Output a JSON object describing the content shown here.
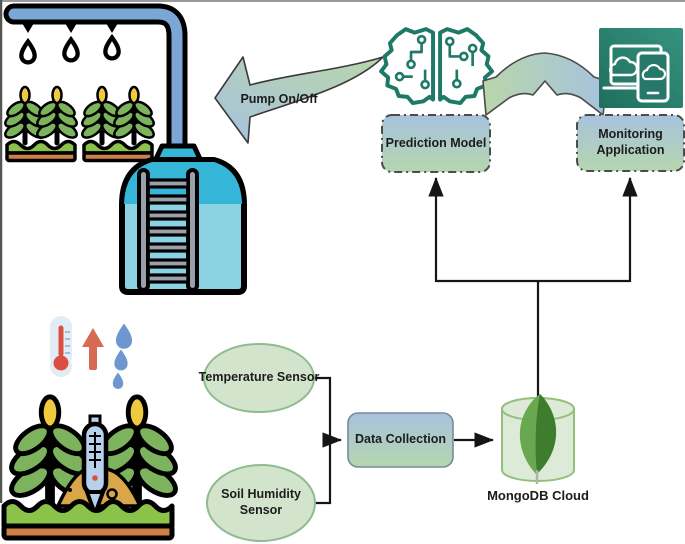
{
  "diagram_title": "Smart irrigation IoT architecture diagram",
  "labels": {
    "pump": "Pump On/Off",
    "prediction_model": "Prediction Model",
    "monitoring_application": "Monitoring Application",
    "temperature_sensor": "Temperature Sensor",
    "soil_humidity_sensor": "Soil Humidity Sensor",
    "data_collection": "Data Collection",
    "mongodb_cloud": "MongoDB Cloud"
  },
  "icons": {
    "sprinkler-pipe-icon": "irrigation pipe dripping water on crops",
    "water-tank-icon": "cyan water tank with ladder",
    "pump-arrow-icon": "curved swoosh arrow pointing left",
    "ai-brain-circuit-icon": "teal circuit-board brain outline",
    "sync-arrows-icon": "curved double-headed exchange arrow",
    "monitoring-devices-icon": "teal square with laptop, phone and clouds",
    "thermometer-icon": "thermometer with rising temperature arrow and drops",
    "soil-thermometer-plants-icon": "plants with soil thermometer probe",
    "mongodb-leaf-icon": "two-tone green leaf inside database cylinder"
  },
  "colors": {
    "node_gradient_top": "#a7c2dd",
    "node_gradient_bottom": "#b5d6af",
    "ellipse_fill": "#d3e4cd",
    "ellipse_stroke": "#8fbc8f",
    "arrow_gradient_green": "#b9d6ab",
    "arrow_gradient_blue": "#a6c2de",
    "teal_icon": "#1e7a66",
    "app_icon_bg": "#2a8172",
    "connector": "#151515",
    "pipe_blue": "#7ba7d7",
    "tank_dark_cyan": "#35b6d9",
    "tank_light_cyan": "#8bd3e3",
    "plant_green": "#7cb35c",
    "bed_green": "#8bc34a",
    "bed_soil_orange": "#cd7f48",
    "bud_yellow": "#efc93e",
    "mongo_fill": "#dcead7",
    "mongo_stroke": "#94c07e",
    "mongo_leaf_light": "#6aa84f",
    "mongo_leaf_dark": "#3e7d2d",
    "drop_blue": "#6f97cf",
    "alert_red": "#d95043"
  }
}
